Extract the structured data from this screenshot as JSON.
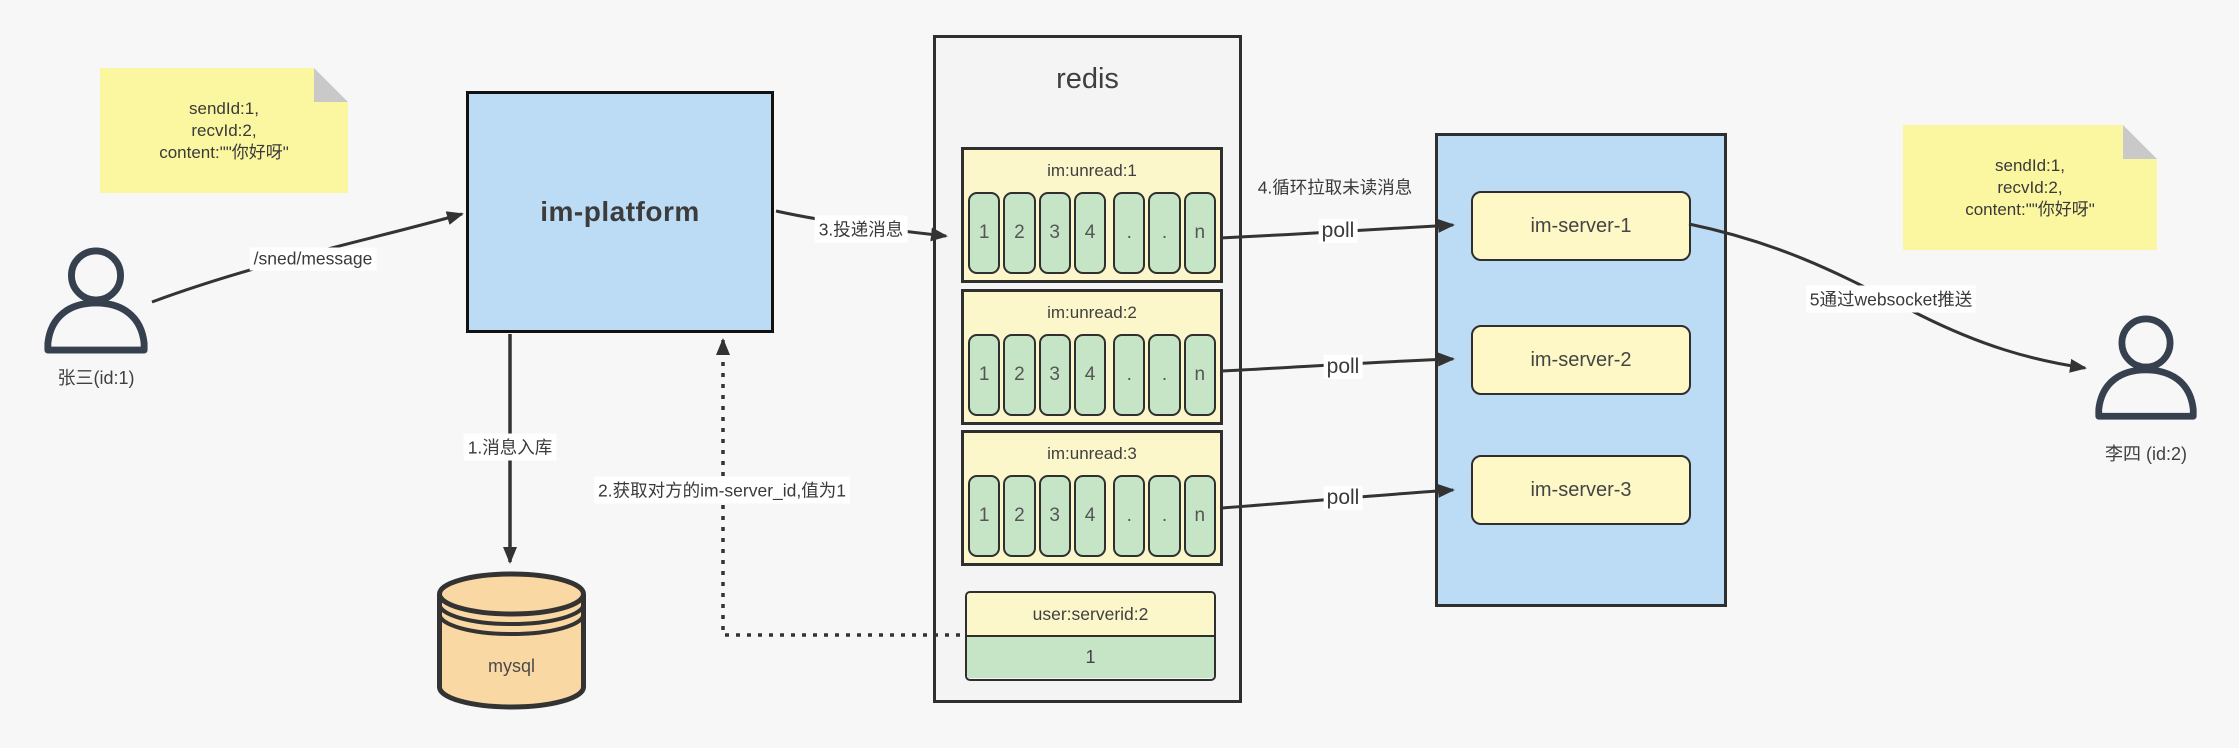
{
  "notes": {
    "left": {
      "lines": [
        "sendId:1,",
        "recvId:2,",
        "content:\"\"你好呀\""
      ]
    },
    "right": {
      "lines": [
        "sendId:1,",
        "recvId:2,",
        "content:\"\"你好呀\""
      ]
    }
  },
  "actors": {
    "sender": {
      "label": "张三(id:1)"
    },
    "receiver": {
      "label": "李四 (id:2)"
    }
  },
  "platform": {
    "label": "im-platform"
  },
  "database": {
    "label": "mysql"
  },
  "redis": {
    "title": "redis",
    "queues": [
      {
        "header": "im:unread:1",
        "cells": [
          "1",
          "2",
          "3",
          "4",
          ".",
          ".",
          "n"
        ]
      },
      {
        "header": "im:unread:2",
        "cells": [
          "1",
          "2",
          "3",
          "4",
          ".",
          ".",
          "n"
        ]
      },
      {
        "header": "im:unread:3",
        "cells": [
          "1",
          "2",
          "3",
          "4",
          ".",
          ".",
          "n"
        ]
      }
    ],
    "mapping": {
      "header": "user:serverid:2",
      "value": "1"
    }
  },
  "server_group": {
    "servers": [
      {
        "label": "im-server-1"
      },
      {
        "label": "im-server-2"
      },
      {
        "label": "im-server-3"
      }
    ]
  },
  "edges": {
    "send": "/sned/message",
    "step1": "1.消息入库",
    "step2": "2.获取对方的im-server_id,值为1",
    "step3": "3.投递消息",
    "step4": "4.循环拉取未读消息",
    "step5": "5通过websocket推送",
    "poll": "poll"
  },
  "colors": {
    "background": "#f7f7f7",
    "note_yellow": "#fbf6a0",
    "box_yellow": "#fcf7cb",
    "cell_green": "#c6e5c7",
    "fill_blue": "#bcdcf6",
    "db_orange": "#fad8a4",
    "outline": "#2f2f2f",
    "actor_stroke": "#36404e"
  }
}
